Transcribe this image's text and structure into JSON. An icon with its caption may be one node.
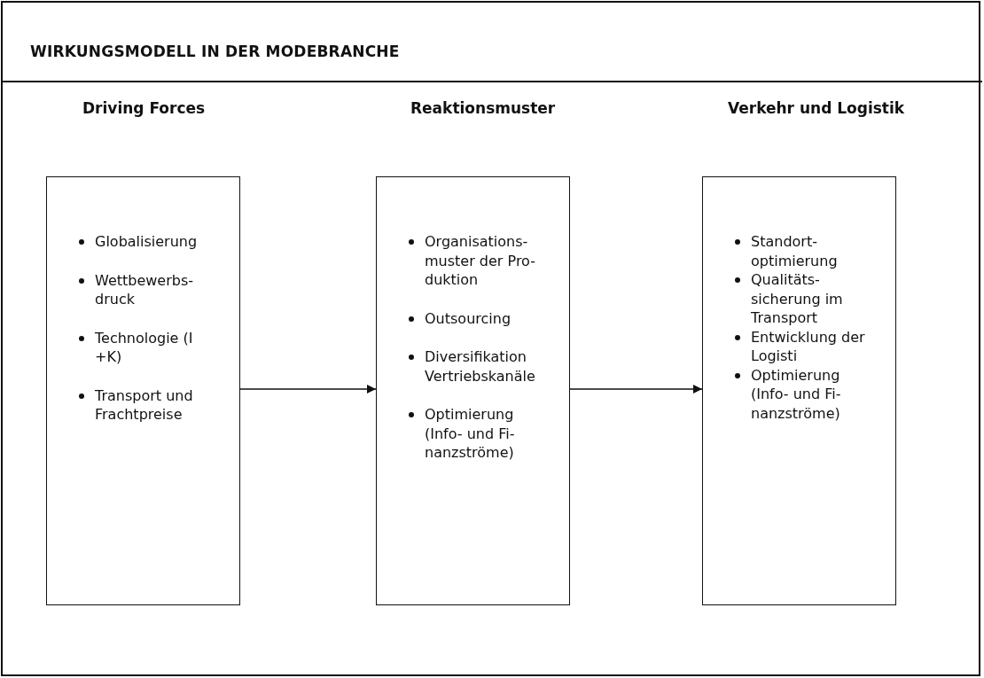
{
  "diagram": {
    "title": "WIRKUNGSMODELL IN DER MODEBRANCHE",
    "nodes": [
      {
        "text": [
          "Driving Forces",
          "Globalisierung",
          "Wettbewerbs- druck",
          "Technologie (I +K)",
          "Transport und Frachtpreise"
        ]
      },
      {
        "text": [
          "Reaktionsmuster",
          "Organisations- muster der Pro- duktion",
          "Outsourcing",
          "Diversifikation Vertriebskanäle",
          "Optimierung (Info- und Fi- nanzströme)"
        ]
      },
      {
        "text": [
          "Verkehr und Logistik",
          "Standort- optimierung",
          "Qualitäts- sicherung im Transport",
          "Entwicklung der Logisti",
          "Optimierung (Info- und Fi- nanzströme)"
        ]
      }
    ],
    "edges": [
      {
        "from": 0,
        "to": 1,
        "arrow": "to"
      },
      {
        "from": 1,
        "to": 2,
        "arrow": "to"
      }
    ]
  }
}
